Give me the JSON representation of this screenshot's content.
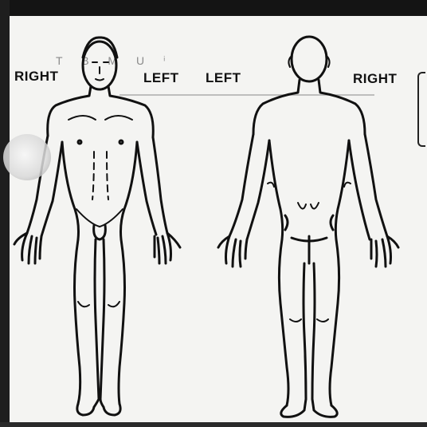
{
  "labels": {
    "front_right": "RIGHT",
    "front_left": "LEFT",
    "back_left": "LEFT",
    "back_right": "RIGHT"
  },
  "faint_text": "T B M U ⁱ"
}
